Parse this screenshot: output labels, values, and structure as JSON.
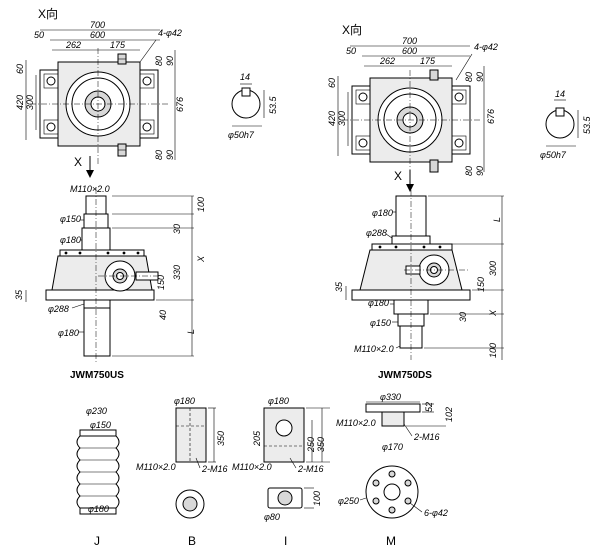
{
  "plan_views": [
    {
      "id": "us",
      "view_label": "X向",
      "dims": {
        "w700": "700",
        "w600": "600",
        "w262": "262",
        "w175": "175",
        "holes": "4-φ42",
        "h60": "60",
        "h420": "420",
        "h300": "300",
        "h676": "676",
        "h80a": "80",
        "h90a": "90",
        "h80b": "80",
        "h90b": "90"
      }
    },
    {
      "id": "ds",
      "view_label": "X向",
      "dims": {
        "w700": "700",
        "w600": "600",
        "w262": "262",
        "w175": "175",
        "holes": "4-φ42",
        "h60": "60",
        "h420": "420",
        "h300": "300",
        "h676": "676",
        "h80a": "80",
        "h90a": "90",
        "h80b": "80",
        "h90b": "90"
      }
    }
  ],
  "left_small_dims": {
    "w50": "50"
  },
  "shaft_sections": [
    {
      "id": "us",
      "key": "14",
      "depth": "53.5",
      "dia": "φ50h7"
    },
    {
      "id": "ds",
      "key": "14",
      "depth": "53.5",
      "dia": "φ50h7"
    }
  ],
  "arrow_labels": {
    "us": "X",
    "ds": "X"
  },
  "elev_us": {
    "thread": "M110×2.0",
    "d150": "φ150",
    "d180top": "φ180",
    "d288": "φ288",
    "d180bot": "φ180",
    "v100": "100",
    "v30": "30",
    "vx": "X",
    "v330": "330",
    "v150": "150",
    "v35": "35",
    "v40": "40",
    "vl": "L",
    "caption": "JWM750US"
  },
  "elev_ds": {
    "d180top": "φ180",
    "d288": "φ288",
    "d180mid": "φ180",
    "d150": "φ150",
    "thread": "M110×2.0",
    "vl": "L",
    "v300": "300",
    "v35": "35",
    "v150": "150",
    "v30": "30",
    "vx": "X",
    "v100": "100",
    "caption": "JWM750DS"
  },
  "detail_j": {
    "d230": "φ230",
    "d150": "φ150",
    "d180": "φ180",
    "caption": "J"
  },
  "detail_b": {
    "d180": "φ180",
    "v350": "350",
    "thread": "M110×2.0",
    "holes": "2-M16",
    "caption": "B"
  },
  "detail_i": {
    "d180": "φ180",
    "v205": "205",
    "v250": "250",
    "v350": "350",
    "thread": "M110×2.0",
    "holes": "2-M16",
    "v100": "100",
    "d80": "φ80",
    "caption": "I"
  },
  "detail_m": {
    "d330": "φ330",
    "v52": "52",
    "v102": "102",
    "thread": "M110×2.0",
    "holes": "2-M16",
    "d170": "φ170",
    "d250": "φ250",
    "holes2": "6-φ42",
    "caption": "M"
  }
}
